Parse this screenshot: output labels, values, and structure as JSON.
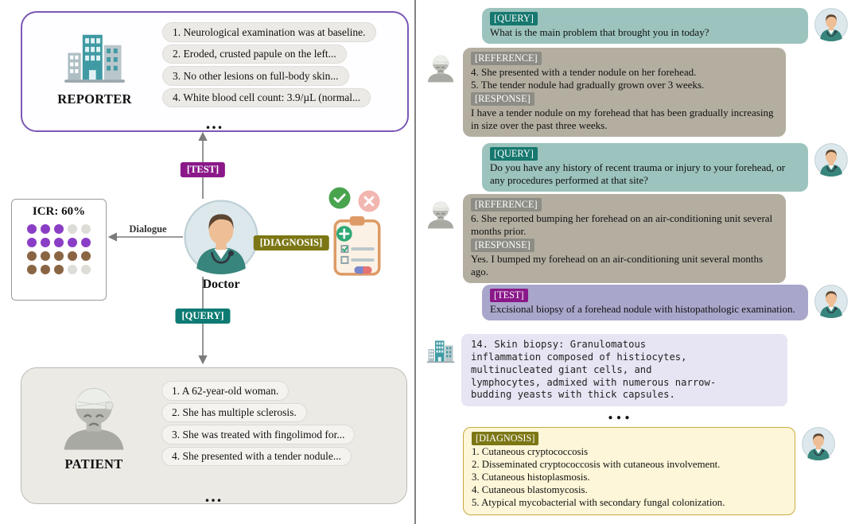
{
  "left": {
    "reporter": {
      "label": "REPORTER",
      "items": [
        "1. Neurological examination was at baseline.",
        "2. Eroded, crusted papule on the left...",
        "3. No other lesions on full-body skin...",
        "4. White blood cell count: 3.9/µL (normal..."
      ],
      "ellipsis": "..."
    },
    "patient": {
      "label": "PATIENT",
      "items": [
        "1. A 62-year-old woman.",
        "2. She has multiple sclerosis.",
        "3. She was treated with fingolimod for...",
        "4. She presented with a tender nodule..."
      ],
      "ellipsis": "..."
    },
    "doctor_label": "Doctor",
    "icr": {
      "title": "ICR: 60%",
      "dot_rows": [
        [
          "purple",
          "purple",
          "purple",
          "gray",
          "gray"
        ],
        [
          "purple",
          "purple",
          "purple",
          "purple",
          "purple"
        ],
        [
          "brown",
          "brown",
          "brown",
          "brown",
          "brown"
        ],
        [
          "brown",
          "brown",
          "brown",
          "gray",
          "gray"
        ]
      ]
    },
    "badges": {
      "test": "[TEST]",
      "diagnosis": "[DIAGNOSIS]",
      "query": "[QUERY]",
      "dialogue": "Dialogue"
    }
  },
  "chat": {
    "ellipsis": "...",
    "messages": [
      {
        "role": "doctor",
        "tag": "[QUERY]",
        "text": "What is the main problem that brought you in today?"
      },
      {
        "role": "patient",
        "ref_tag": "[REFERENCE]",
        "ref_text": "4. She presented with a tender nodule on her forehead.\n5. The tender nodule had gradually grown over 3 weeks.",
        "resp_tag": "[RESPONSE]",
        "resp_text": "I have a tender nodule on my forehead that has been gradually increasing in size over the past three weeks."
      },
      {
        "role": "doctor",
        "tag": "[QUERY]",
        "text": "Do you have any history of recent trauma or injury to your forehead, or any procedures performed at that site?"
      },
      {
        "role": "patient",
        "ref_tag": "[REFERENCE]",
        "ref_text": "6. She reported bumping her forehead on an air-conditioning unit several months prior.",
        "resp_tag": "[RESPONSE]",
        "resp_text": "Yes. I bumped my forehead on an air-conditioning unit several months ago."
      },
      {
        "role": "doctor",
        "tag": "[TEST]",
        "text": "Excisional biopsy of a forehead nodule with histopathologic examination."
      },
      {
        "role": "reporter",
        "text": "14. Skin biopsy: Granulomatous\ninflammation composed of histiocytes,\nmultinucleated giant cells, and\nlymphocytes, admixed with numerous narrow-\nbudding yeasts with thick capsules."
      },
      {
        "role": "system",
        "text": "..."
      },
      {
        "role": "doctor",
        "tag": "[DIAGNOSIS]",
        "items": [
          "1. Cutaneous cryptococcosis",
          "2. Disseminated cryptococcosis with cutaneous involvement.",
          "3. Cutaneous histoplasmosis.",
          "4. Cutaneous blastomycosis.",
          "5. Atypical mycobacterial with secondary fungal colonization."
        ]
      }
    ]
  },
  "icons": {
    "doctor": "doctor-avatar",
    "patient": "patient-avatar",
    "hospital": "hospital-icon",
    "clipboard": "diagnosis-clipboard-icon",
    "check": "check-icon",
    "cross": "cross-icon"
  },
  "colors": {
    "query_tag": "#16786f",
    "test_tag": "#8a1889",
    "diagnosis_tag": "#7c7614",
    "reference_tag": "#8d8d85",
    "bubble_query": "#9cc3bd",
    "bubble_patient": "#b4aea1",
    "bubble_test": "#a9a6cb",
    "bubble_report": "#e7e5f3",
    "bubble_diagnosis": "#fdf6d8",
    "diagnosis_border": "#c9aa3e",
    "reporter_border": "#7a58b5",
    "dot_purple": "#8a3ec6",
    "dot_brown": "#8a6544"
  }
}
